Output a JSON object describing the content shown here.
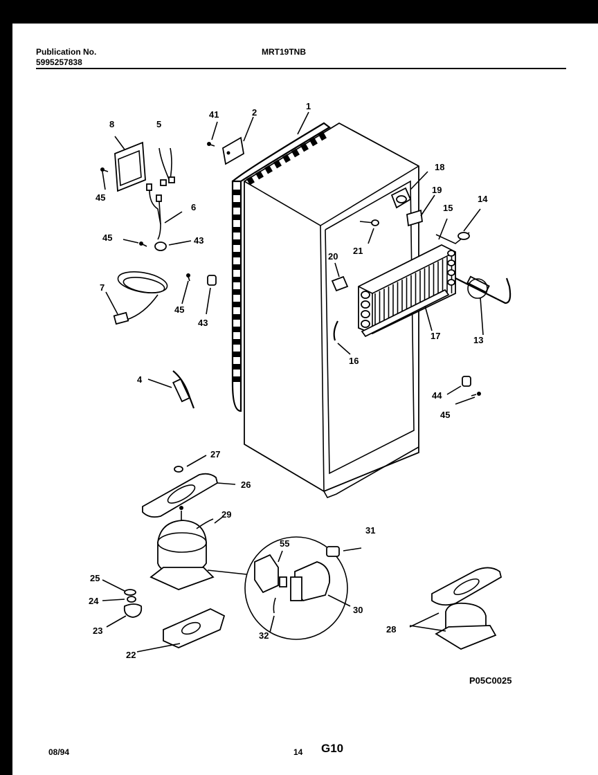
{
  "header": {
    "publication_label": "Publication No.",
    "publication_number": "5995257838",
    "model": "MRT19TNB"
  },
  "callouts": [
    "1",
    "2",
    "4",
    "5",
    "6",
    "7",
    "8",
    "13",
    "14",
    "15",
    "16",
    "17",
    "18",
    "19",
    "20",
    "21",
    "22",
    "23",
    "24",
    "25",
    "26",
    "27",
    "28",
    "29",
    "30",
    "31",
    "32",
    "41",
    "43",
    "44",
    "45",
    "55"
  ],
  "figure_code": "P05C0025",
  "footer": {
    "date": "08/94",
    "page_number": "14",
    "section": "G10"
  }
}
